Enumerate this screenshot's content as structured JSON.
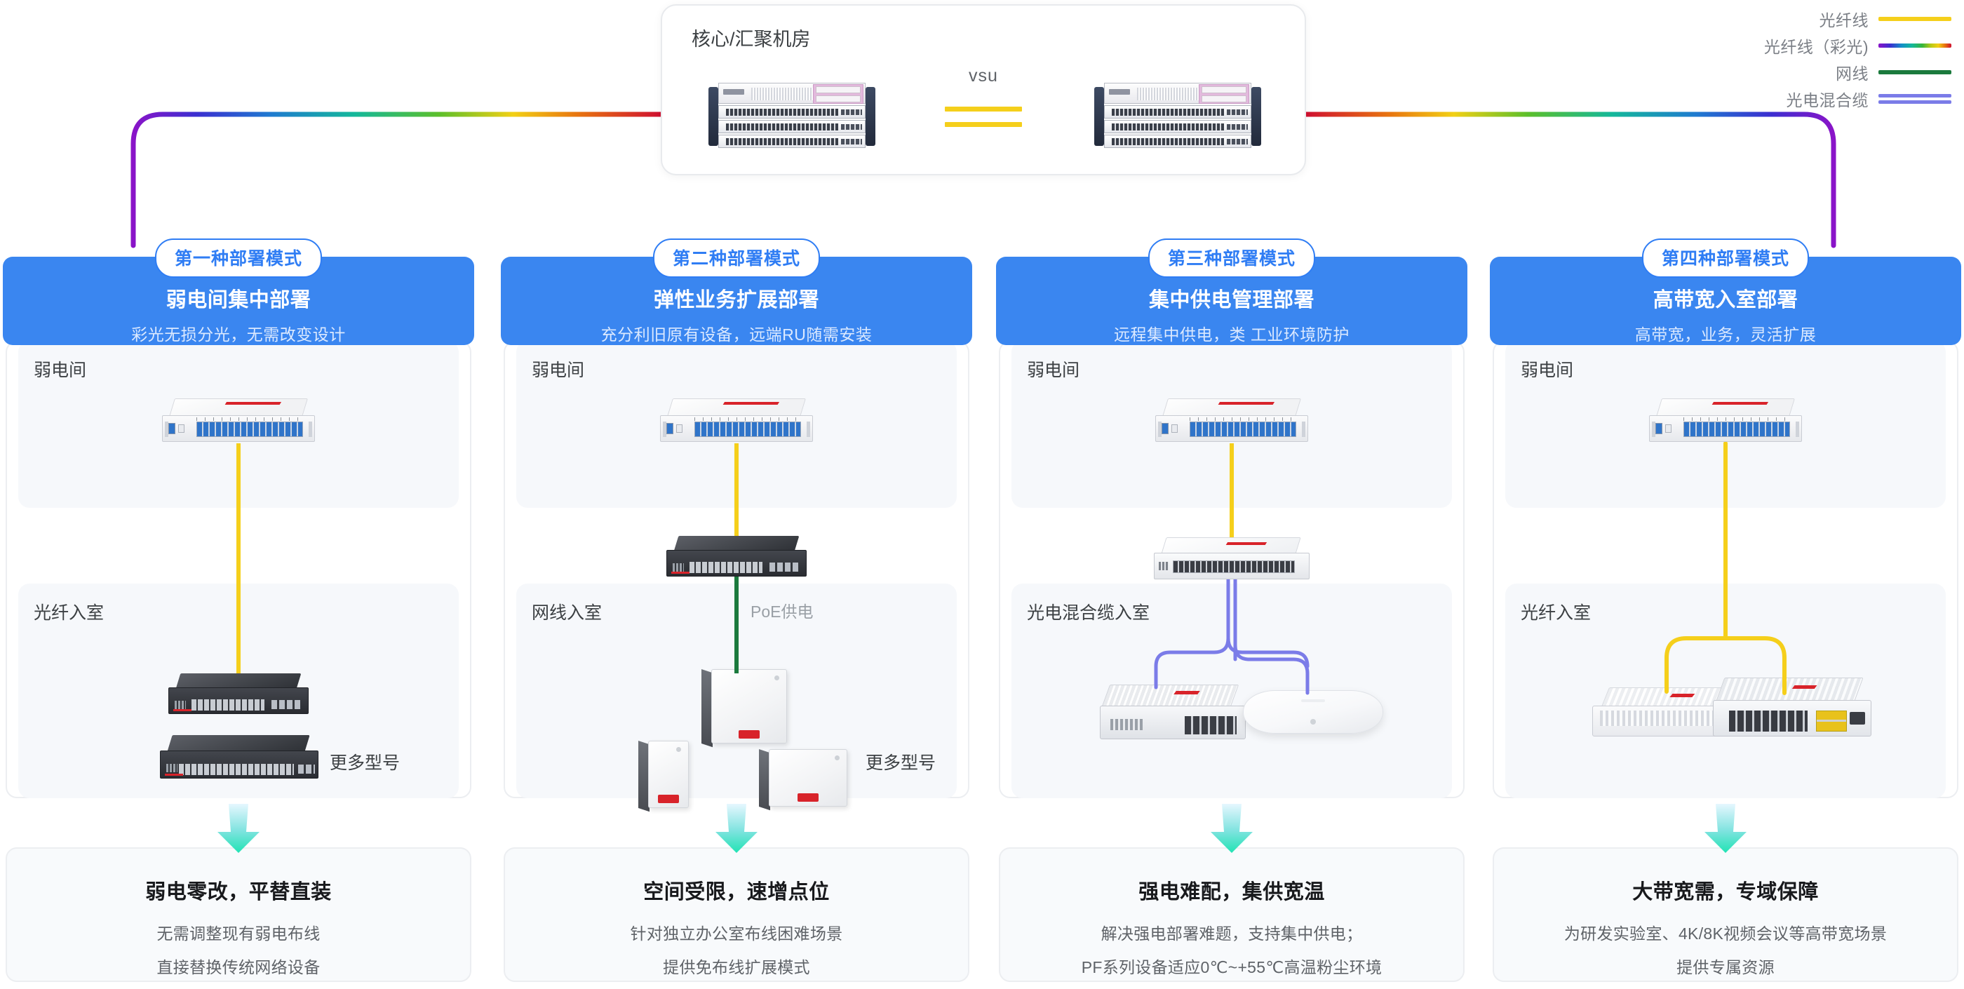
{
  "legend": {
    "items": [
      {
        "label": "光纤线",
        "swatch": "fiber-yellow",
        "color": "#f5cf1b"
      },
      {
        "label": "光纤线（彩光)",
        "swatch": "fiber-rainbow",
        "color": "rainbow"
      },
      {
        "label": "网线",
        "swatch": "ethernet-green",
        "color": "#1b7a3d"
      },
      {
        "label": "光电混合缆",
        "swatch": "hybrid-purple",
        "color": "#7b7ce8"
      }
    ]
  },
  "core": {
    "title": "核心/汇聚机房",
    "link_label": "vsu",
    "devices": [
      {
        "name": "core-chassis-switch-left"
      },
      {
        "name": "core-chassis-switch-right"
      }
    ]
  },
  "columns": [
    {
      "badge": "第一种部署模式",
      "title": "弱电间集中部署",
      "subtitle": "彩光无损分光，无需改变设计",
      "upper_label": "弱电间",
      "lower_label": "光纤入室",
      "inline_notes": [],
      "more_label": "更多型号",
      "summary_title": "弱电零改，平替直装",
      "summary_lines": [
        "无需调整现有弱电布线",
        "直接替换传统网络设备"
      ]
    },
    {
      "badge": "第二种部署模式",
      "title": "弹性业务扩展部署",
      "subtitle": "充分利旧原有设备，远端RU随需安装",
      "upper_label": "弱电间",
      "lower_label": "网线入室",
      "inline_notes": [
        "PoE供电"
      ],
      "more_label": "更多型号",
      "summary_title": "空间受限，速增点位",
      "summary_lines": [
        "针对独立办公室布线困难场景",
        "提供免布线扩展模式"
      ]
    },
    {
      "badge": "第三种部署模式",
      "title": "集中供电管理部署",
      "subtitle": "远程集中供电，类 工业环境防护",
      "upper_label": "弱电间",
      "lower_label": "光电混合缆入室",
      "inline_notes": [],
      "more_label": "",
      "summary_title": "强电难配，集供宽温",
      "summary_lines": [
        "解决强电部署难题，支持集中供电；",
        "PF系列设备适应0℃~+55℃高温粉尘环境"
      ]
    },
    {
      "badge": "第四种部署模式",
      "title": "高带宽入室部署",
      "subtitle": "高带宽，业务，灵活扩展",
      "upper_label": "弱电间",
      "lower_label": "光纤入室",
      "inline_notes": [],
      "more_label": "",
      "summary_title": "大带宽需，专域保障",
      "summary_lines": [
        "为研发实验室、4K/8K视频会议等高带宽场景",
        "提供专属资源"
      ]
    }
  ],
  "colors": {
    "brand_blue": "#3a86f0",
    "badge_blue": "#2f7df4",
    "fiber_yellow": "#f5cf1b",
    "ethernet_green": "#1b7a3d",
    "hybrid_purple": "#7b7ce8",
    "arrow_teal": "#2ee0c0",
    "panel_gray": "#f6f8fb"
  }
}
